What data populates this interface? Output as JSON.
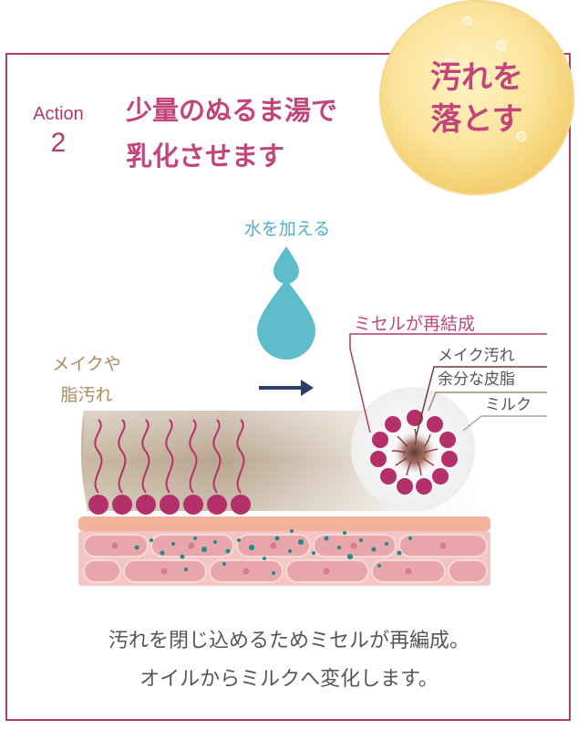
{
  "badge": {
    "line1": "汚れを",
    "line2": "落とす"
  },
  "action": {
    "label": "Action",
    "number": "2"
  },
  "title": {
    "line1": "少量のぬるま湯で",
    "line2": "乳化させます"
  },
  "labels": {
    "water": "水を加える",
    "micelle": "ミセルが再結成",
    "makeup_line1": "メイクや",
    "makeup_line2": "脂汚れ",
    "legend_makeup": "メイク汚れ",
    "legend_sebum": "余分な皮脂",
    "legend_milk": "ミルク"
  },
  "caption": {
    "line1": "汚れを閉じ込めるためミセルが再編成。",
    "line2": "オイルからミルクへ変化します。"
  },
  "colors": {
    "accent": "#b13a6e",
    "pink_text": "#c2467b",
    "water": "#5fbccb",
    "molecule": "#b3306b",
    "skin": "#f2b6b8",
    "arrow": "#2c3e66"
  }
}
